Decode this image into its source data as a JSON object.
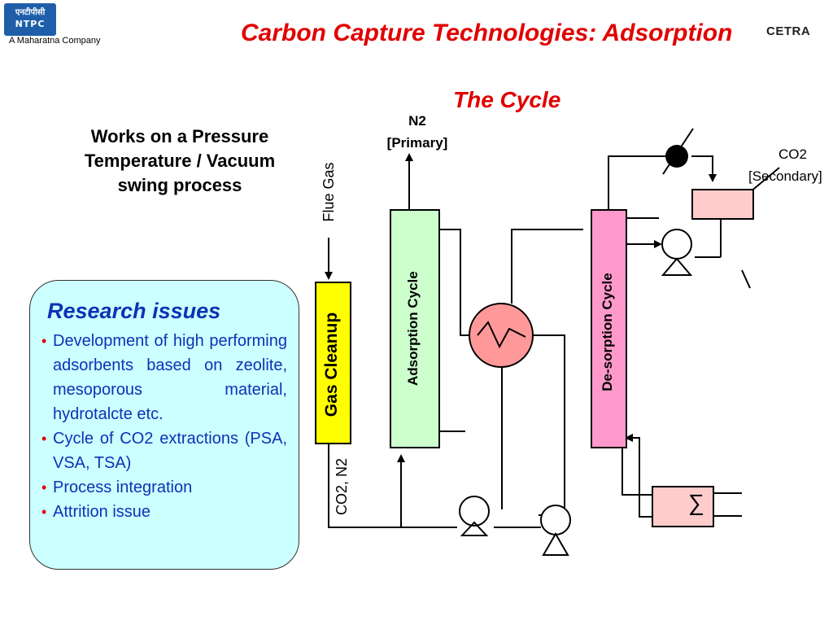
{
  "header": {
    "logo_text_line1": "एनटीपीसी",
    "logo_text_line2": "NTPC",
    "tagline": "A Maharatna Company",
    "title": "Carbon Capture Technologies: Adsorption",
    "cetra_mark": "CETRA"
  },
  "slide": {
    "subtitle": "The Cycle",
    "description": "Works on a Pressure Temperature / Vacuum swing process"
  },
  "research": {
    "heading": "Research issues",
    "items": [
      "Development of high performing adsorbents based on zeolite, mesoporous material, hydrotalcte etc.",
      "Cycle of CO2 extractions (PSA, VSA, TSA)",
      "Process integration",
      "Attrition issue"
    ]
  },
  "diagram": {
    "flue_gas": "Flue Gas",
    "gas_cleanup": "Gas Cleanup",
    "co2_n2": "CO2, N2",
    "n2_line1": "N2",
    "n2_line2": "[Primary]",
    "adsorption": "Adsorption Cycle",
    "desorption": "De-sorption Cycle",
    "co2_line1": "CO2",
    "co2_line2": "[Secondary]",
    "sigma": "∑",
    "colors": {
      "gas_cleanup": "#ffff00",
      "adsorption": "#ccffcc",
      "desorption": "#ff99cc",
      "heat_exchanger": "#ff9999",
      "boxes": "#ffcccc"
    }
  }
}
